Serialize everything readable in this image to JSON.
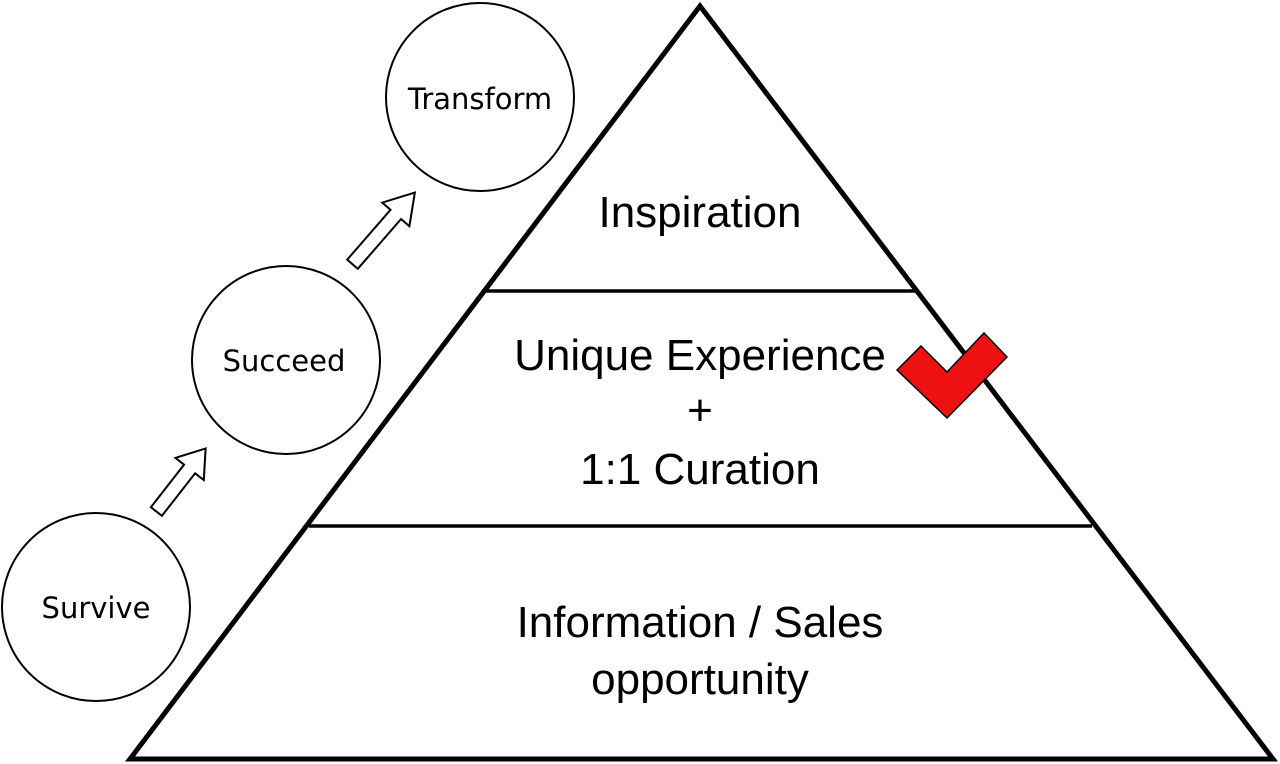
{
  "pyramid": {
    "tiers": [
      {
        "lines": [
          "Inspiration"
        ]
      },
      {
        "lines": [
          "Unique Experience",
          "+",
          "1:1 Curation"
        ]
      },
      {
        "lines": [
          "Information / Sales",
          "opportunity"
        ]
      }
    ],
    "marker": {
      "icon": "checkmark-icon",
      "color": "#ee1111",
      "tier": 1
    }
  },
  "progression": {
    "stages": [
      {
        "label": "Survive"
      },
      {
        "label": "Succeed"
      },
      {
        "label": "Transform"
      }
    ],
    "arrow_icon": "up-right-arrow-icon"
  }
}
